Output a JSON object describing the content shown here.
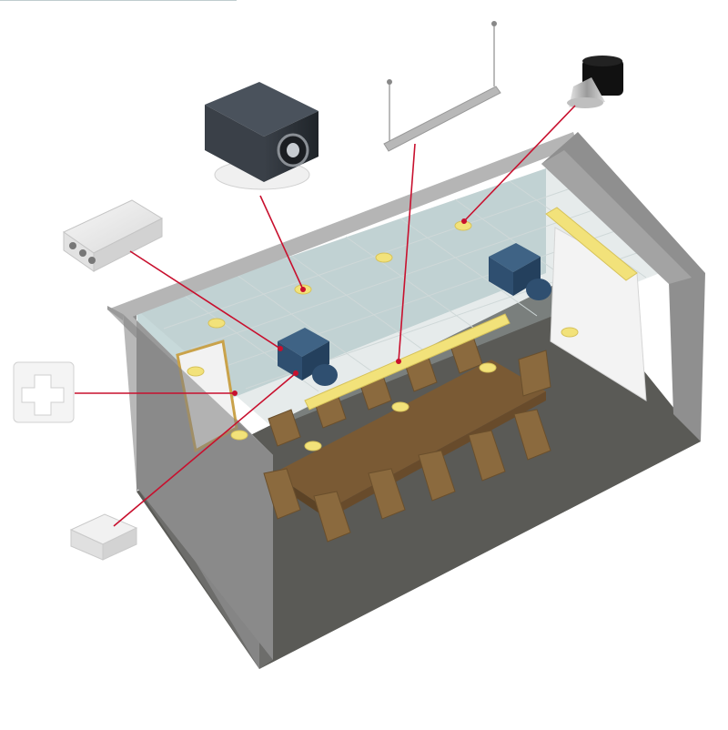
{
  "diagram": {
    "kind": "isometric-room-cutaway",
    "labels": [],
    "colors": {
      "wall": "#8f8f8f",
      "wall_dark": "#6f6f6f",
      "wall_top": "#b5b5b5",
      "floor": "#5a5a56",
      "glass": "#a9c4c6",
      "ceiling_grid": "#cfd8d8",
      "table": "#7a5a34",
      "chair": "#8b6a3e",
      "luminaire": "#f2e27a",
      "sensor_blue": "#2f4f70",
      "leader_line": "#c8102e",
      "screen": "#f3f3f3"
    },
    "components": [
      {
        "name": "projector-unit",
        "icon": "projector-cube-icon"
      },
      {
        "name": "pendant-light-bar",
        "icon": "linear-pendant-icon"
      },
      {
        "name": "spotlight-lamp",
        "icon": "spotlight-icon"
      },
      {
        "name": "controller-box",
        "icon": "controller-box-icon"
      },
      {
        "name": "wall-switch",
        "icon": "wall-switch-icon"
      },
      {
        "name": "junction-box",
        "icon": "junction-box-icon"
      }
    ]
  }
}
